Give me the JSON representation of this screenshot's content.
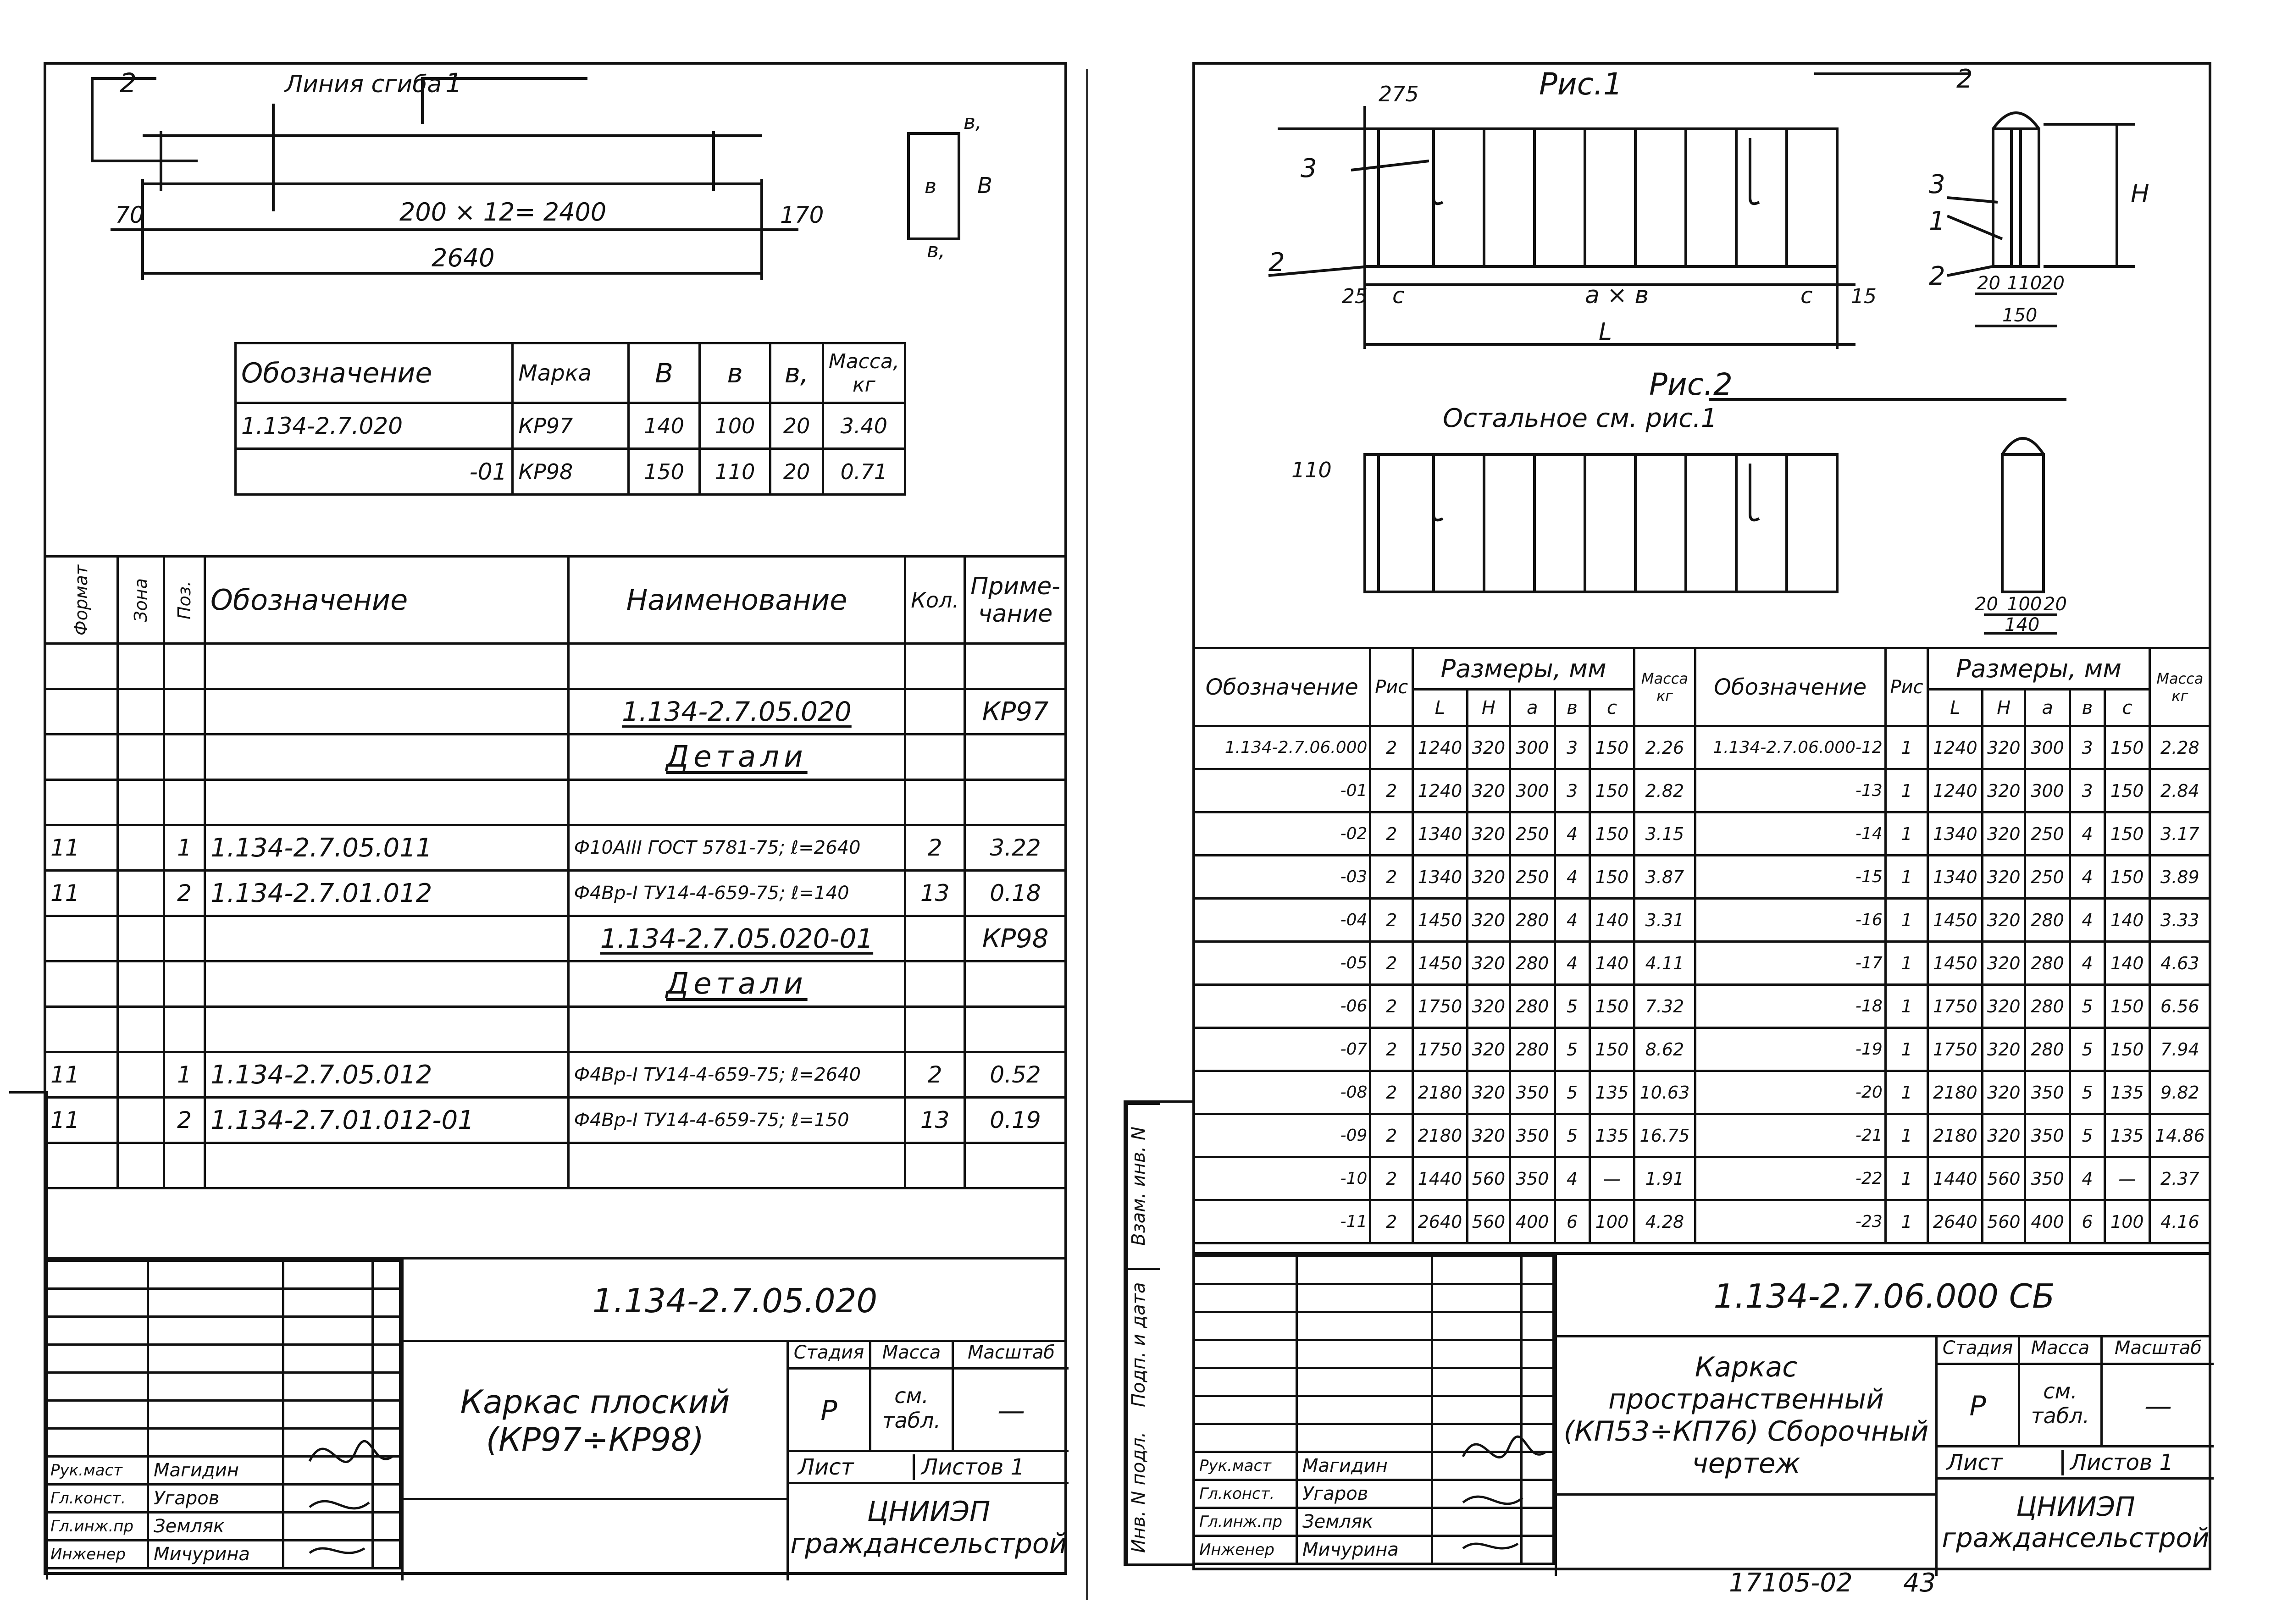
{
  "left": {
    "drawing": {
      "pos_2": "2",
      "pos_1": "1",
      "bend_line": "Линия сгиба",
      "dim_70": "70",
      "dim_170": "170",
      "dim_inner": "200 × 12= 2400",
      "dim_total": "2640",
      "section_labels": [
        "в,",
        "в",
        "В",
        "в,"
      ]
    },
    "mass_table": {
      "headers": [
        "Обозначение",
        "Марка",
        "В",
        "в",
        "в,",
        "Масса, кг"
      ],
      "rows": [
        [
          "1.134-2.7.020",
          "КР97",
          "140",
          "100",
          "20",
          "3.40"
        ],
        [
          "-01",
          "КР98",
          "150",
          "110",
          "20",
          "0.71"
        ]
      ]
    },
    "spec": {
      "headers": [
        "Формат",
        "Зона",
        "Поз.",
        "Обозначение",
        "Наименование",
        "Кол.",
        "Приме-чание"
      ],
      "rows": [
        [
          "",
          "",
          "",
          "",
          "1.134-2.7.05.020",
          "",
          "КР97"
        ],
        [
          "",
          "",
          "",
          "",
          "Детали",
          "",
          ""
        ],
        [
          "11",
          "",
          "1",
          "1.134-2.7.05.011",
          "Ф10АIII ГОСТ 5781-75; ℓ=2640",
          "2",
          "3.22"
        ],
        [
          "11",
          "",
          "2",
          "1.134-2.7.01.012",
          "Ф4Вр-I ТУ14-4-659-75; ℓ=140",
          "13",
          "0.18"
        ],
        [
          "",
          "",
          "",
          "",
          "1.134-2.7.05.020-01",
          "",
          "КР98"
        ],
        [
          "",
          "",
          "",
          "",
          "Детали",
          "",
          ""
        ],
        [
          "11",
          "",
          "1",
          "1.134-2.7.05.012",
          "Ф4Вр-I ТУ14-4-659-75; ℓ=2640",
          "2",
          "0.52"
        ],
        [
          "11",
          "",
          "2",
          "1.134-2.7.01.012-01",
          "Ф4Вр-I ТУ14-4-659-75; ℓ=150",
          "13",
          "0.19"
        ]
      ]
    },
    "title_block": {
      "code": "1.134-2.7.05.020",
      "name": "Каркас плоский (КР97÷КР98)",
      "stage_h": "Стадия",
      "mass_h": "Масса",
      "scale_h": "Масштаб",
      "stage": "Р",
      "mass": "см. табл.",
      "scale": "—",
      "sheet": "Лист",
      "sheets": "Листов 1",
      "org": "ЦНИИЭП граждансельстрой",
      "people": [
        [
          "Рук.маст",
          "Магидин"
        ],
        [
          "Гл.конст.",
          "Угаров"
        ],
        [
          "Гл.инж.пр",
          "Земляк"
        ],
        [
          "Инженер",
          "Мичурина"
        ]
      ]
    }
  },
  "right": {
    "drawing": {
      "fig1": "Рис.1",
      "fig2": "Рис.2",
      "fig2_note": "Остальное см. рис.1",
      "dim_275": "275",
      "dim_25": "25",
      "dim_c": "с",
      "dim_ab": "а × в",
      "dim_15": "15",
      "dim_L": "L",
      "dim_H": "Н",
      "dim_110": "110",
      "labels_pos": [
        "2",
        "3",
        "1",
        "2"
      ],
      "sec1_dims": [
        "20",
        "110",
        "20",
        "150"
      ],
      "sec2_dims": [
        "20",
        "100",
        "20",
        "140"
      ]
    },
    "dims_table": {
      "h_designation": "Обозначение",
      "h_fig": "Рис",
      "h_dims": "Размеры, мм",
      "h_mass": "Масса кг",
      "sub": [
        "L",
        "Н",
        "а",
        "в",
        "с"
      ],
      "rows_left": [
        [
          "1.134-2.7.06.000",
          "2",
          "1240",
          "320",
          "300",
          "3",
          "150",
          "2.26"
        ],
        [
          "-01",
          "2",
          "1240",
          "320",
          "300",
          "3",
          "150",
          "2.82"
        ],
        [
          "-02",
          "2",
          "1340",
          "320",
          "250",
          "4",
          "150",
          "3.15"
        ],
        [
          "-03",
          "2",
          "1340",
          "320",
          "250",
          "4",
          "150",
          "3.87"
        ],
        [
          "-04",
          "2",
          "1450",
          "320",
          "280",
          "4",
          "140",
          "3.31"
        ],
        [
          "-05",
          "2",
          "1450",
          "320",
          "280",
          "4",
          "140",
          "4.11"
        ],
        [
          "-06",
          "2",
          "1750",
          "320",
          "280",
          "5",
          "150",
          "7.32"
        ],
        [
          "-07",
          "2",
          "1750",
          "320",
          "280",
          "5",
          "150",
          "8.62"
        ],
        [
          "-08",
          "2",
          "2180",
          "320",
          "350",
          "5",
          "135",
          "10.63"
        ],
        [
          "-09",
          "2",
          "2180",
          "320",
          "350",
          "5",
          "135",
          "16.75"
        ],
        [
          "-10",
          "2",
          "1440",
          "560",
          "350",
          "4",
          "—",
          "1.91"
        ],
        [
          "-11",
          "2",
          "2640",
          "560",
          "400",
          "6",
          "100",
          "4.28"
        ]
      ],
      "rows_right": [
        [
          "1.134-2.7.06.000-12",
          "1",
          "1240",
          "320",
          "300",
          "3",
          "150",
          "2.28"
        ],
        [
          "-13",
          "1",
          "1240",
          "320",
          "300",
          "3",
          "150",
          "2.84"
        ],
        [
          "-14",
          "1",
          "1340",
          "320",
          "250",
          "4",
          "150",
          "3.17"
        ],
        [
          "-15",
          "1",
          "1340",
          "320",
          "250",
          "4",
          "150",
          "3.89"
        ],
        [
          "-16",
          "1",
          "1450",
          "320",
          "280",
          "4",
          "140",
          "3.33"
        ],
        [
          "-17",
          "1",
          "1450",
          "320",
          "280",
          "4",
          "140",
          "4.63"
        ],
        [
          "-18",
          "1",
          "1750",
          "320",
          "280",
          "5",
          "150",
          "6.56"
        ],
        [
          "-19",
          "1",
          "1750",
          "320",
          "280",
          "5",
          "150",
          "7.94"
        ],
        [
          "-20",
          "1",
          "2180",
          "320",
          "350",
          "5",
          "135",
          "9.82"
        ],
        [
          "-21",
          "1",
          "2180",
          "320",
          "350",
          "5",
          "135",
          "14.86"
        ],
        [
          "-22",
          "1",
          "1440",
          "560",
          "350",
          "4",
          "—",
          "2.37"
        ],
        [
          "-23",
          "1",
          "2640",
          "560",
          "400",
          "6",
          "100",
          "4.16"
        ]
      ]
    },
    "side_stamps": [
      "Взам. инв. N",
      "Подп. и дата",
      "Инв. N подл."
    ],
    "title_block": {
      "code": "1.134-2.7.06.000 СБ",
      "name": "Каркас пространственный (КП53÷КП76) Сборочный чертеж",
      "stage_h": "Стадия",
      "mass_h": "Масса",
      "scale_h": "Масштаб",
      "stage": "Р",
      "mass": "см. табл.",
      "scale": "—",
      "sheet": "Лист",
      "sheets": "Листов 1",
      "org": "ЦНИИЭП граждансельстрой",
      "people": [
        [
          "Рук.маст",
          "Магидин"
        ],
        [
          "Гл.конст.",
          "Угаров"
        ],
        [
          "Гл.инж.пр",
          "Земляк"
        ],
        [
          "Инженер",
          "Мичурина"
        ]
      ]
    },
    "footer_number": "17105-02",
    "page_number": "43"
  }
}
